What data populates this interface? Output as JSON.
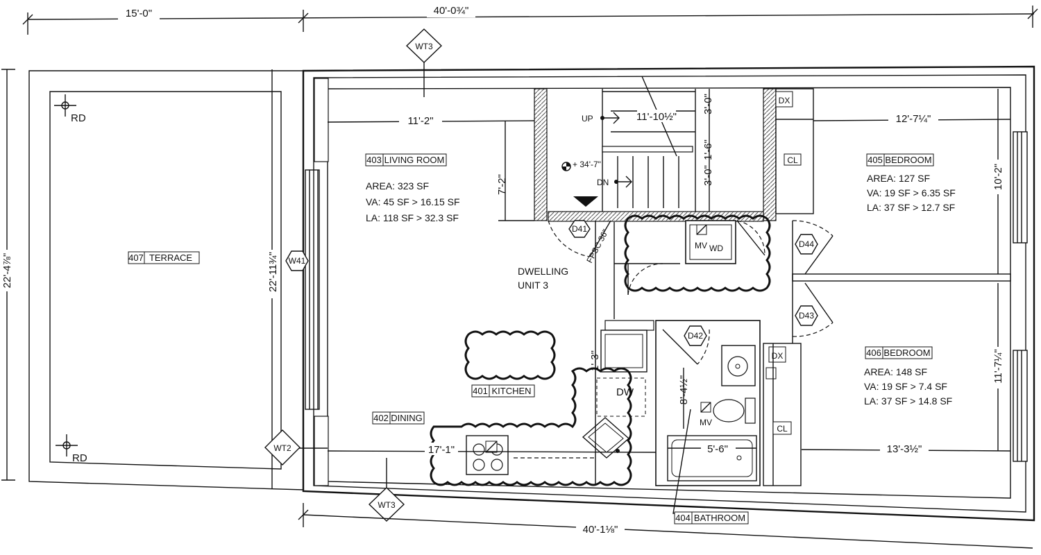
{
  "dimensions": {
    "top_left": "15'-0\"",
    "top_right": "40'-0¾\"",
    "left_height": "22'-4⅞\"",
    "mid_height": "22'-11¾\"",
    "living_width": "11'-2\"",
    "living_height": "7'-2\"",
    "stair_width": "11'-10½\"",
    "stair_upper": "3'-0\"",
    "stair_mid": "1'-6\"",
    "stair_lower": "3'-0\"",
    "bed405_width": "12'-7¼\"",
    "bed405_height": "10'-2\"",
    "bed406_height": "11'-7¼\"",
    "kitchen_run": "17'-1\"",
    "bath_width": "5'-6\"",
    "bath_height": "8'-4½\"",
    "bed406_width": "13'-3½\"",
    "counter_depth": "1'-3\"",
    "bottom_total": "40'-1⅛\"",
    "fpsc": "FPSC 36\"",
    "elevation": "+ 34'-7\""
  },
  "rooms": {
    "terrace": {
      "number": "407",
      "name": "TERRACE"
    },
    "living": {
      "number": "403",
      "name": "LIVING ROOM",
      "area": "AREA: 323 SF",
      "va": "VA: 45 SF > 16.15 SF",
      "la": "LA: 118 SF > 32.3 SF"
    },
    "bed405": {
      "number": "405",
      "name": "BEDROOM",
      "area": "AREA: 127 SF",
      "va": "VA: 19 SF > 6.35 SF",
      "la": "LA: 37 SF > 12.7 SF"
    },
    "bed406": {
      "number": "406",
      "name": "BEDROOM",
      "area": "AREA: 148 SF",
      "va": "VA: 19 SF > 7.4 SF",
      "la": "LA: 37 SF > 14.8 SF"
    },
    "kitchen": {
      "number": "401",
      "name": "KITCHEN"
    },
    "dining": {
      "number": "402",
      "name": "DINING"
    },
    "bathroom": {
      "number": "404",
      "name": "BATHROOM"
    }
  },
  "unit": {
    "line1": "DWELLING",
    "line2": "UNIT 3"
  },
  "tags": {
    "wt3_top": "WT3",
    "wt3_bottom": "WT3",
    "wt2": "WT2",
    "w41": "W41",
    "d41": "D41",
    "d42": "D42",
    "d43": "D43",
    "d44": "D44"
  },
  "labels": {
    "rd": "RD",
    "up": "UP",
    "dn": "DN",
    "cl": "CL",
    "dx": "DX",
    "mv": "MV",
    "wd": "WD",
    "dw": "DW"
  }
}
